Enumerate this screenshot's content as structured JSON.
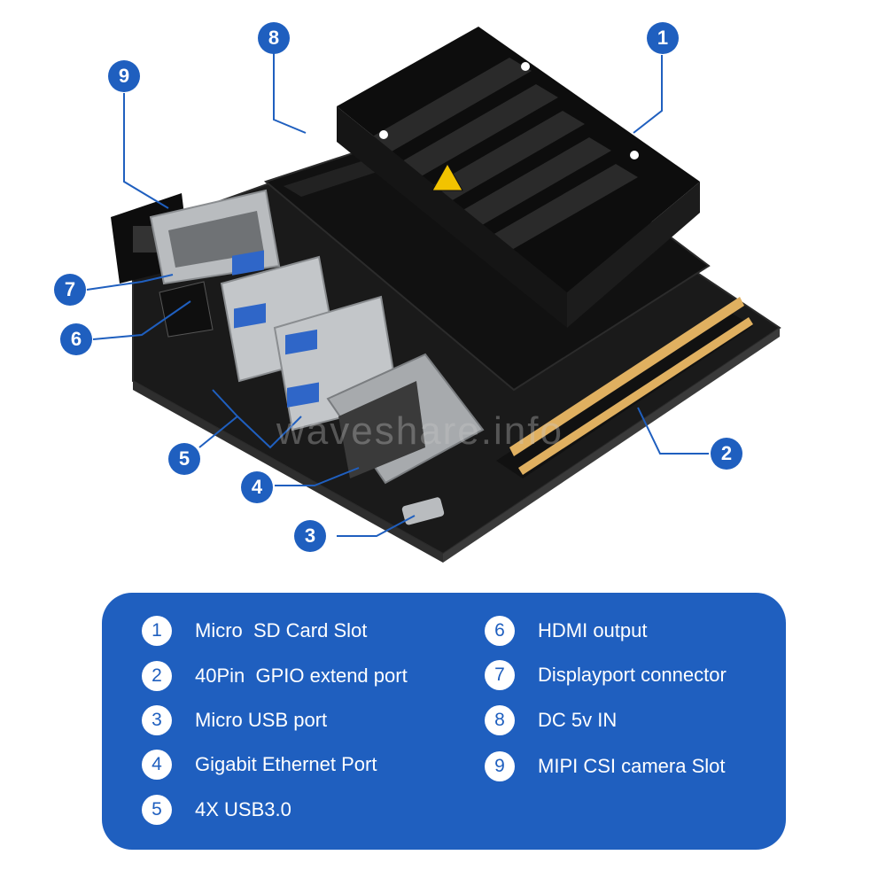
{
  "colors": {
    "accent": "#1f5fbf",
    "text_on_accent": "#ffffff"
  },
  "watermark": "waveshare.info",
  "callouts": [
    "1",
    "2",
    "3",
    "4",
    "5",
    "6",
    "7",
    "8",
    "9"
  ],
  "legend": [
    {
      "num": "1",
      "label": "Micro  SD Card Slot"
    },
    {
      "num": "2",
      "label": "40Pin  GPIO extend port"
    },
    {
      "num": "3",
      "label": "Micro USB port"
    },
    {
      "num": "4",
      "label": "Gigabit Ethernet Port"
    },
    {
      "num": "5",
      "label": "4X USB3.0"
    },
    {
      "num": "6",
      "label": "HDMI output"
    },
    {
      "num": "7",
      "label": "Displayport connector"
    },
    {
      "num": "8",
      "label": "DC 5v IN"
    },
    {
      "num": "9",
      "label": "MIPI CSI camera Slot"
    }
  ]
}
